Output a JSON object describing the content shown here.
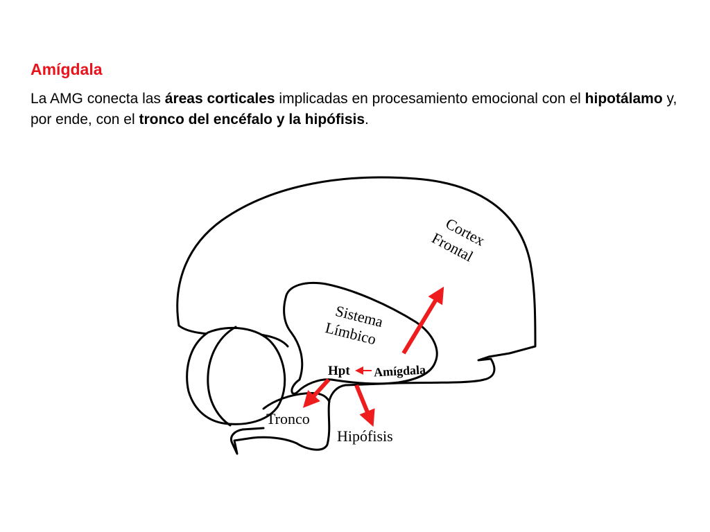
{
  "title": "Amígdala",
  "paragraph": {
    "t1": "La AMG conecta las ",
    "b1": "áreas corticales",
    "t2": " implicadas en procesamiento emocional con el ",
    "b2": "hipotálamo",
    "t3": " y, por ende, con el ",
    "b3": "tronco del encéfalo y la hipófisis",
    "t4": "."
  },
  "diagram": {
    "cortex_line1": "Cortex",
    "cortex_line2": "Frontal",
    "limbic_line1": "Sistema",
    "limbic_line2": "Límbico",
    "hpt": "Hpt",
    "amygdala": "Amígdala",
    "tronco": "Tronco",
    "hipofisis": "Hipófisis",
    "arrow_color": "#ee1c1c"
  }
}
